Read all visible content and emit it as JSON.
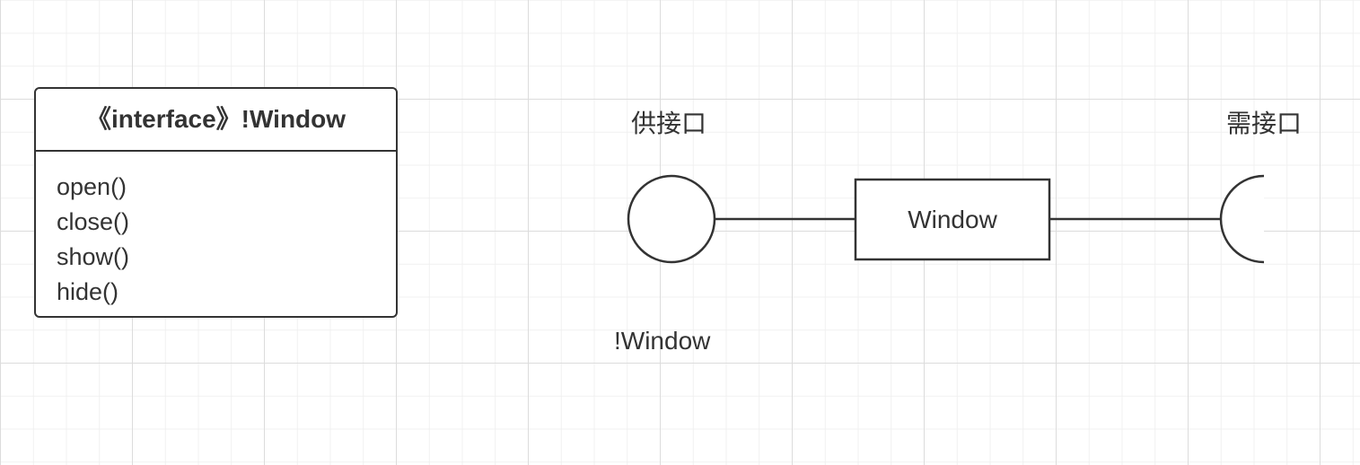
{
  "interface_class": {
    "header": "《interface》!Window",
    "operations": [
      "open()",
      "close()",
      "show()",
      "hide()"
    ]
  },
  "provided_interface": {
    "caption": "供接口",
    "name": "!Window"
  },
  "component": {
    "name": "Window"
  },
  "required_interface": {
    "caption": "需接口"
  }
}
